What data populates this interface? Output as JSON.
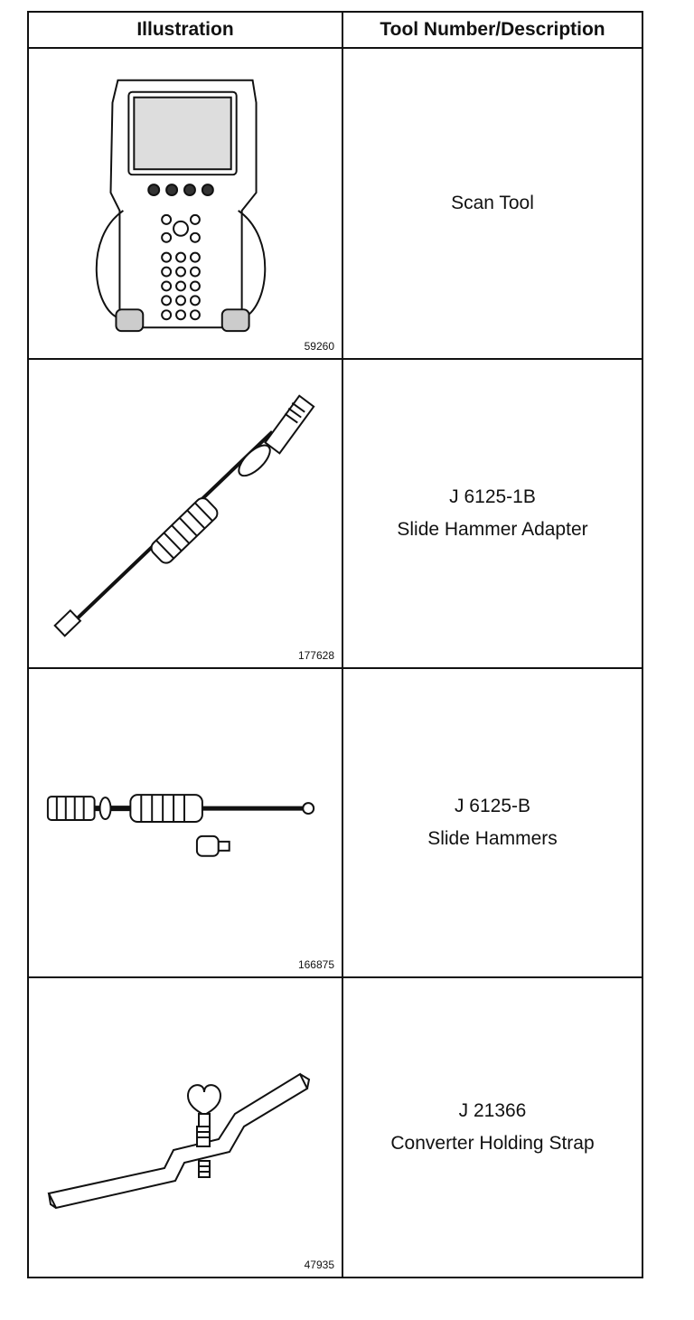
{
  "header": {
    "col1": "Illustration",
    "col2": "Tool Number/Description"
  },
  "rows": [
    {
      "figure": "59260",
      "tool_number": "",
      "description": "Scan Tool",
      "icon": "scan-tool"
    },
    {
      "figure": "177628",
      "tool_number": "J 6125-1B",
      "description": "Slide Hammer Adapter",
      "icon": "slide-hammer-adapter"
    },
    {
      "figure": "166875",
      "tool_number": "J 6125-B",
      "description": "Slide Hammers",
      "icon": "slide-hammers"
    },
    {
      "figure": "47935",
      "tool_number": "J 21366",
      "description": "Converter Holding Strap",
      "icon": "converter-holding-strap"
    }
  ]
}
